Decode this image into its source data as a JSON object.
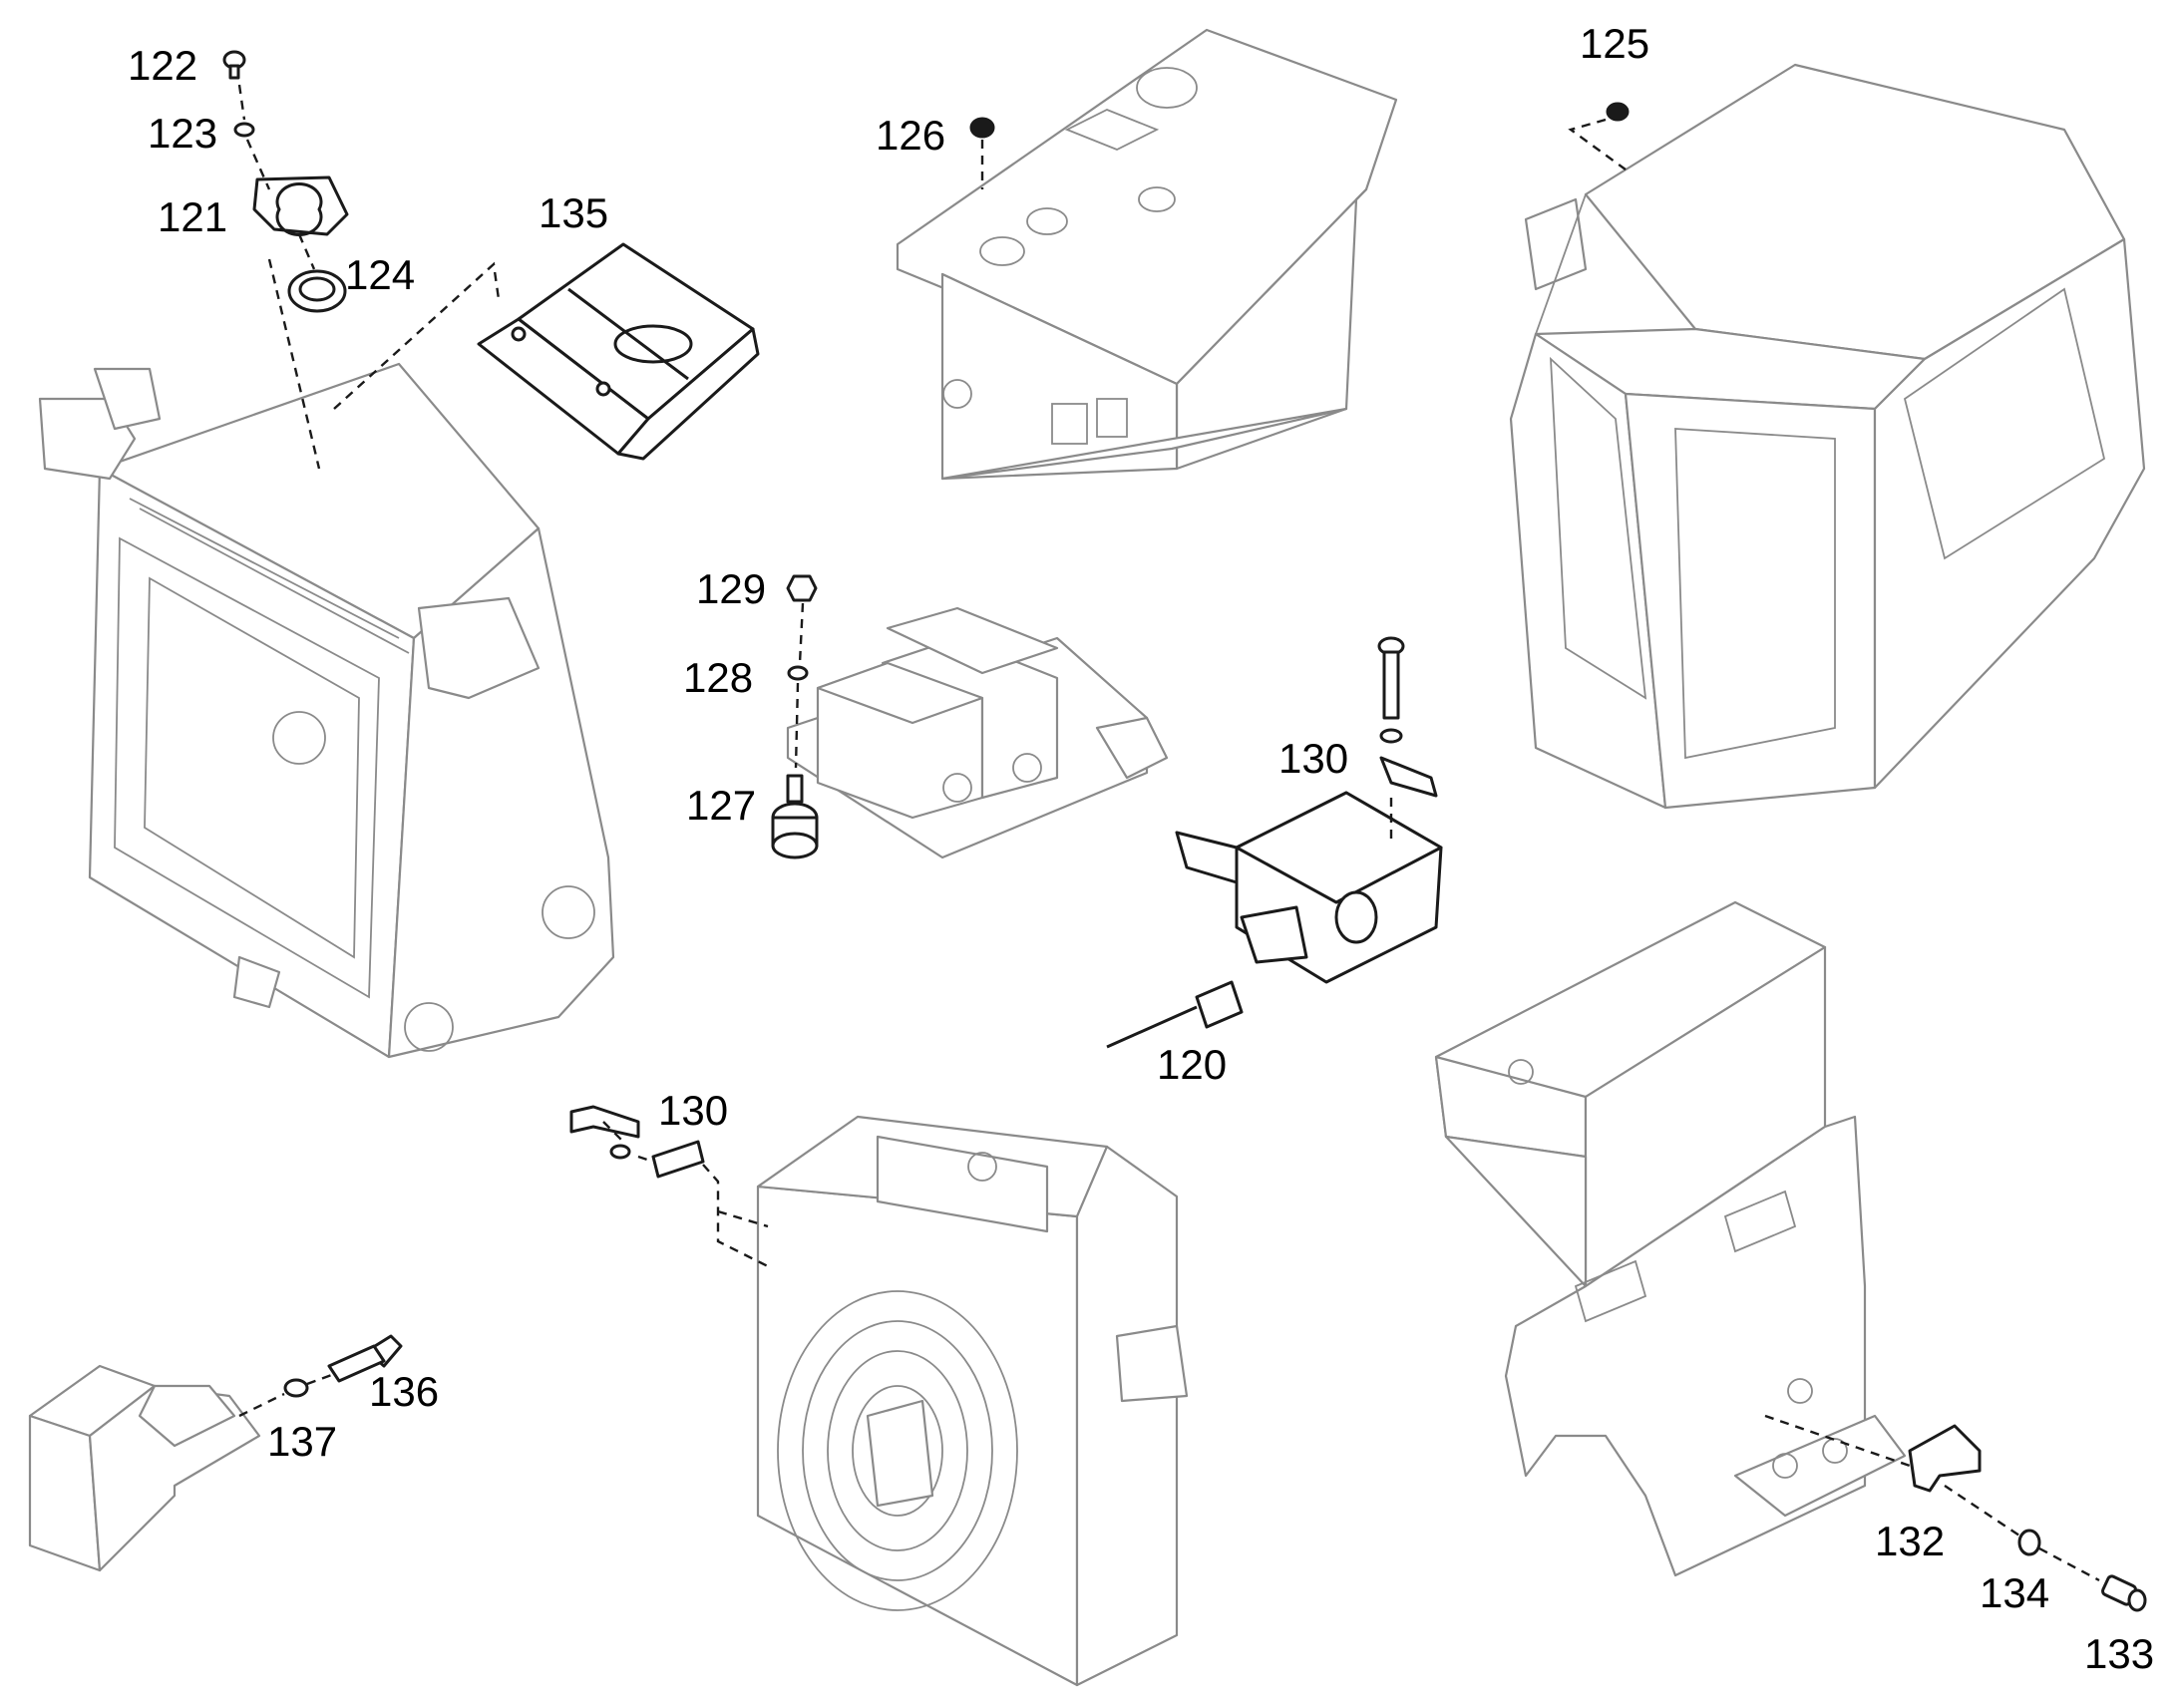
{
  "callouts": {
    "c122": "122",
    "c123": "123",
    "c121": "121",
    "c124": "124",
    "c135": "135",
    "c126": "126",
    "c125": "125",
    "c129": "129",
    "c128": "128",
    "c127": "127",
    "c130a": "130",
    "c120": "120",
    "c130b": "130",
    "c136": "136",
    "c137": "137",
    "c132": "132",
    "c134": "134",
    "c133": "133"
  },
  "colors": {
    "part_outline": "#8a8a8a",
    "hardware_outline": "#1a1a1a",
    "background": "#ffffff"
  }
}
